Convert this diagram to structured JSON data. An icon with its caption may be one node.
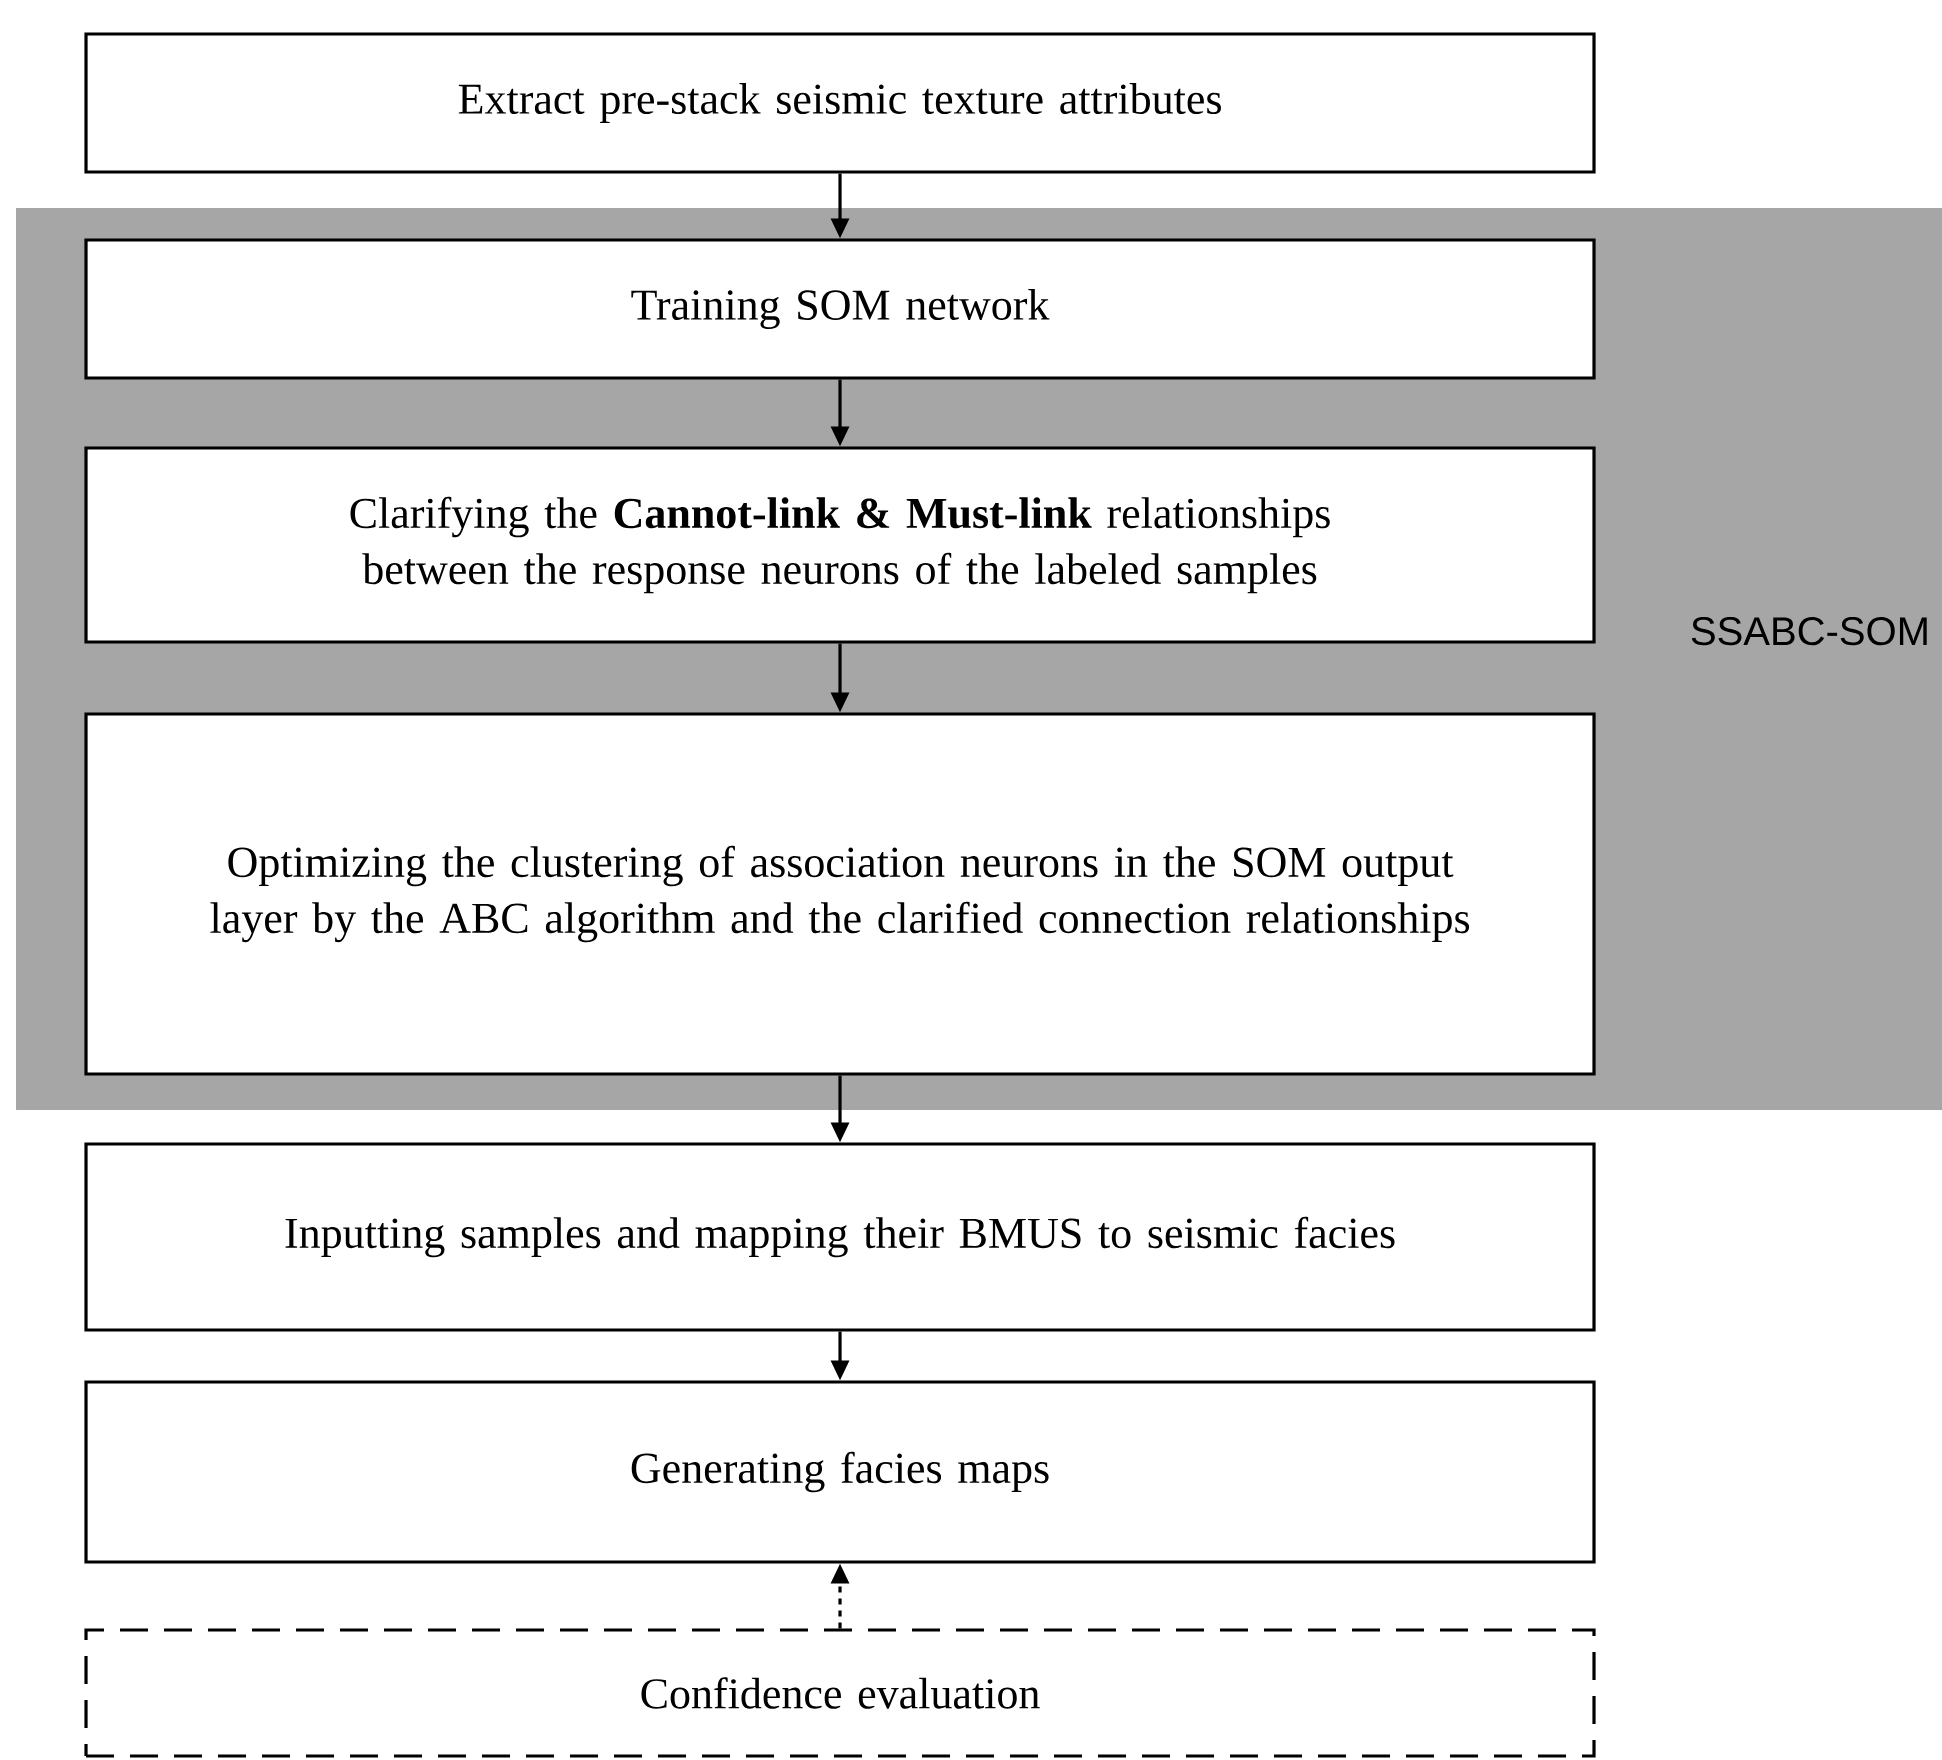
{
  "diagram": {
    "nodes": [
      {
        "text": [
          "Extract pre-stack seismic texture attributes"
        ]
      },
      {
        "text": [
          "SSABC-SOM"
        ]
      },
      {
        "text": [
          "Training SOM network"
        ],
        "in": 1
      },
      {
        "text": [
          "Clarifying the **Cannot-link & Must-link** relationships between the response neurons of the labeled samples"
        ],
        "in": 1
      },
      {
        "text": [
          "Optimizing the clustering of association neurons in the SOM output layer by the ABC algorithm and the clarified connection relationships"
        ],
        "in": 1
      },
      {
        "text": [
          "Inputting samples and mapping their BMUS to seismic facies"
        ]
      },
      {
        "text": [
          "Generating facies maps"
        ]
      },
      {
        "text": [
          "Confidence evaluation"
        ]
      }
    ],
    "edges": [
      {
        "from": 0,
        "to": 2,
        "arrow": "to"
      },
      {
        "from": 2,
        "to": 3,
        "arrow": "to"
      },
      {
        "from": 3,
        "to": 4,
        "arrow": "to"
      },
      {
        "from": 4,
        "to": 5,
        "arrow": "to"
      },
      {
        "from": 5,
        "to": 6,
        "arrow": "to"
      },
      {
        "from": 7,
        "to": 6,
        "arrow": "to",
        "style": "dashed"
      }
    ]
  }
}
